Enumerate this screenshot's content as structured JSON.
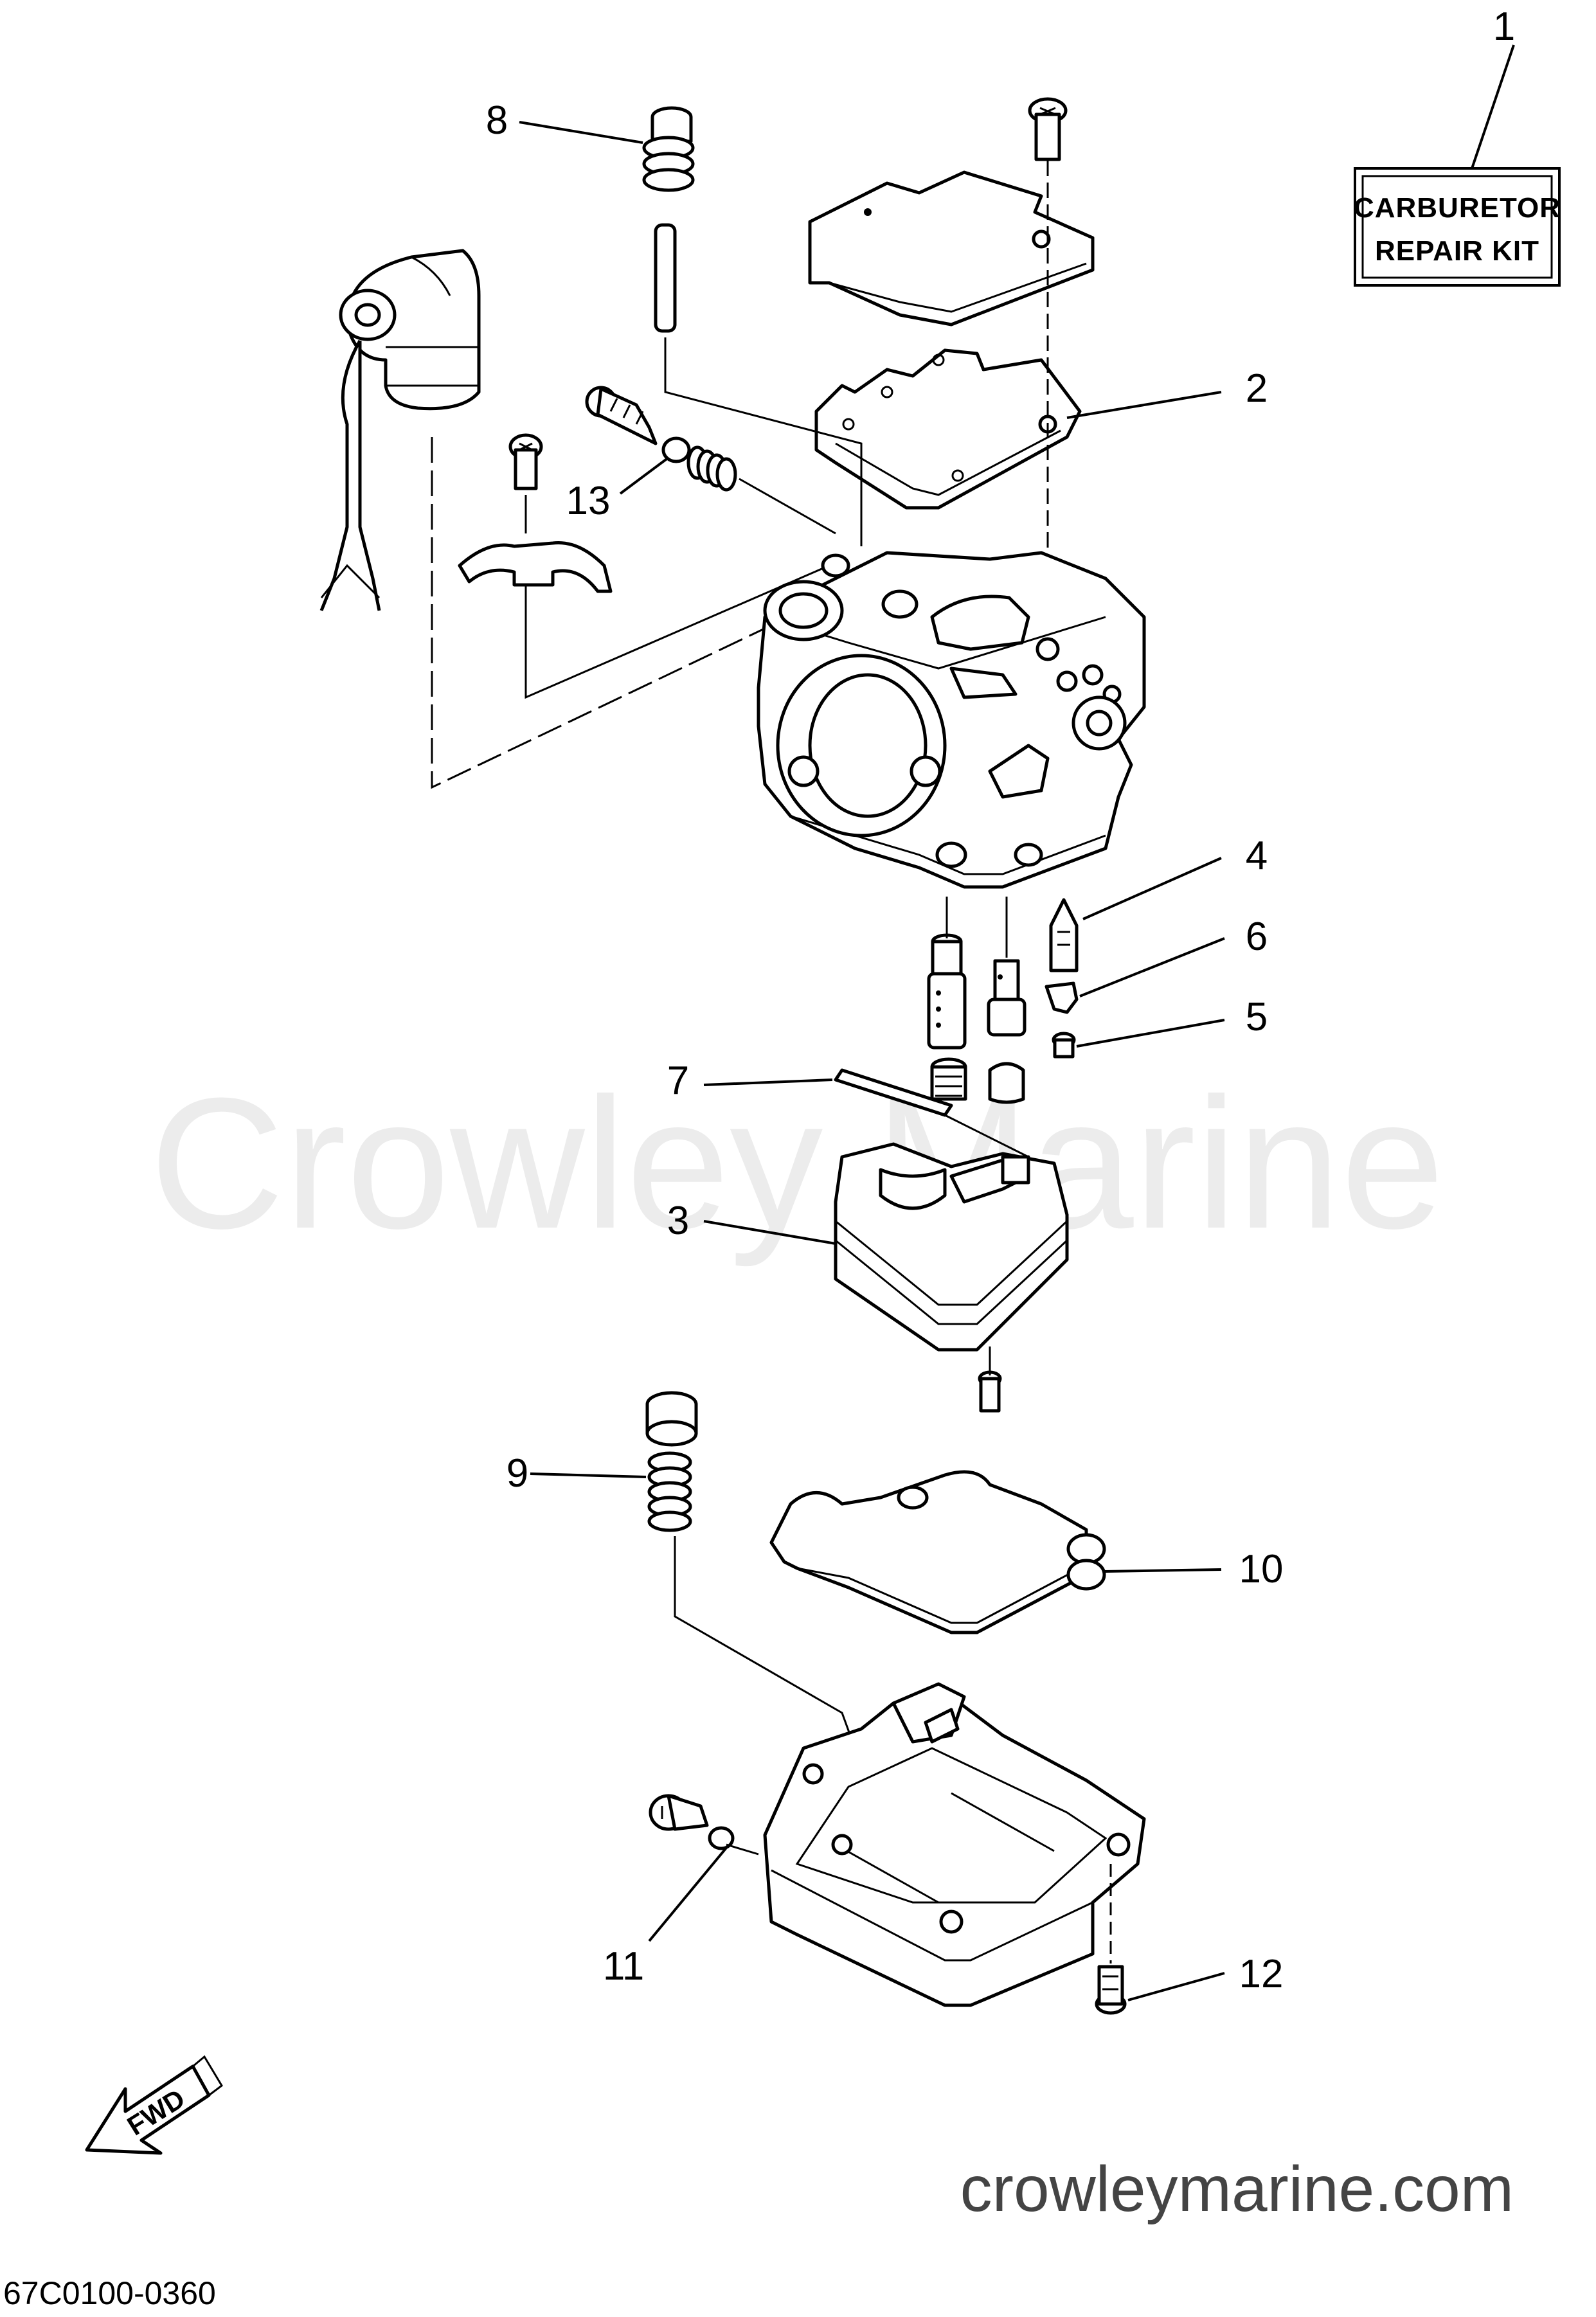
{
  "watermark": "Crowley Marine",
  "website": "crowleymarine.com",
  "drawing_code": "67C0100-0360",
  "kit_label": {
    "line1": "CARBURETOR",
    "line2": "REPAIR KIT"
  },
  "fwd_label": "FWD",
  "callouts": {
    "c1": "1",
    "c2": "2",
    "c3": "3",
    "c4": "4",
    "c5": "5",
    "c6": "6",
    "c7": "7",
    "c8": "8",
    "c9": "9",
    "c10": "10",
    "c11": "11",
    "c12": "12",
    "c13": "13"
  }
}
